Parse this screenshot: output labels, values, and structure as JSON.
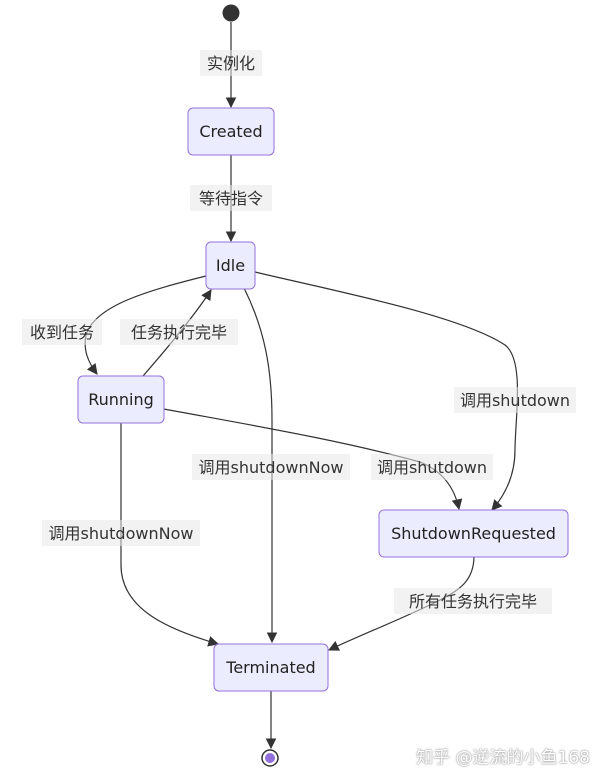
{
  "diagram": {
    "colors": {
      "state_fill": "#ececff",
      "state_stroke": "#9370db",
      "edge": "#333333",
      "end_inner": "#9370db"
    },
    "states": {
      "created": "Created",
      "idle": "Idle",
      "running": "Running",
      "shutdown_requested": "ShutdownRequested",
      "terminated": "Terminated"
    },
    "transitions": {
      "start_to_created": "实例化",
      "created_to_idle": "等待指令",
      "idle_to_running": "收到任务",
      "running_to_idle": "任务执行完毕",
      "idle_to_shutdown_requested": "调用shutdown",
      "idle_to_terminated": "调用shutdownNow",
      "running_to_shutdown_requested": "调用shutdown",
      "running_to_terminated": "调用shutdownNow",
      "shutdown_requested_to_terminated": "所有任务执行完毕"
    }
  },
  "watermark": "知乎 @逆流的小鱼168"
}
